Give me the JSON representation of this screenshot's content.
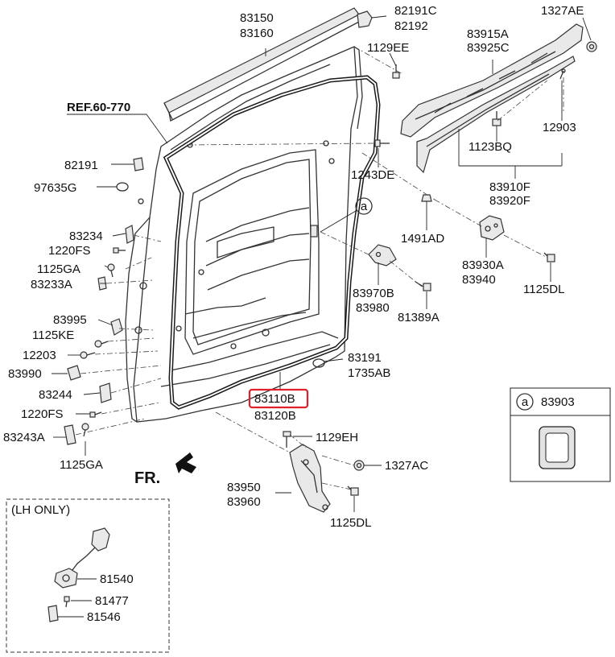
{
  "labels": {
    "l83150": "83150",
    "l83160": "83160",
    "l82191C": "82191C",
    "l82192": "82192",
    "l1327AE": "1327AE",
    "l83915A": "83915A",
    "l83925C": "83925C",
    "l1129EE": "1129EE",
    "ref": "REF.60-770",
    "l82191": "82191",
    "l97635G": "97635G",
    "l12903": "12903",
    "l1123BQ": "1123BQ",
    "l1243DE": "1243DE",
    "l83910F": "83910F",
    "l83920F": "83920F",
    "l83234": "83234",
    "l1220FS_a": "1220FS",
    "l1491AD": "1491AD",
    "l1125GA_a": "1125GA",
    "l83233A": "83233A",
    "l83930A": "83930A",
    "l83940": "83940",
    "l1125DL_a": "1125DL",
    "l83970B": "83970B",
    "l83980": "83980",
    "l83995": "83995",
    "l1125KE": "1125KE",
    "l81389A": "81389A",
    "l12203": "12203",
    "l83191": "83191",
    "l1735AB": "1735AB",
    "l83990": "83990",
    "l83244": "83244",
    "l83110B": "83110B",
    "l83120B": "83120B",
    "l1220FS_b": "1220FS",
    "l1129EH": "1129EH",
    "l83243A": "83243A",
    "l1327AC": "1327AC",
    "l1125GA_b": "1125GA",
    "fr": "FR.",
    "l83950": "83950",
    "l83960": "83960",
    "l1125DL_b": "1125DL",
    "lh_only": "(LH ONLY)",
    "l81540": "81540",
    "l81477": "81477",
    "l81546": "81546",
    "callout_a": "a",
    "inset_a": "a",
    "l83903": "83903"
  },
  "highlight": {
    "part": "83110B",
    "color": "#e0202a"
  }
}
